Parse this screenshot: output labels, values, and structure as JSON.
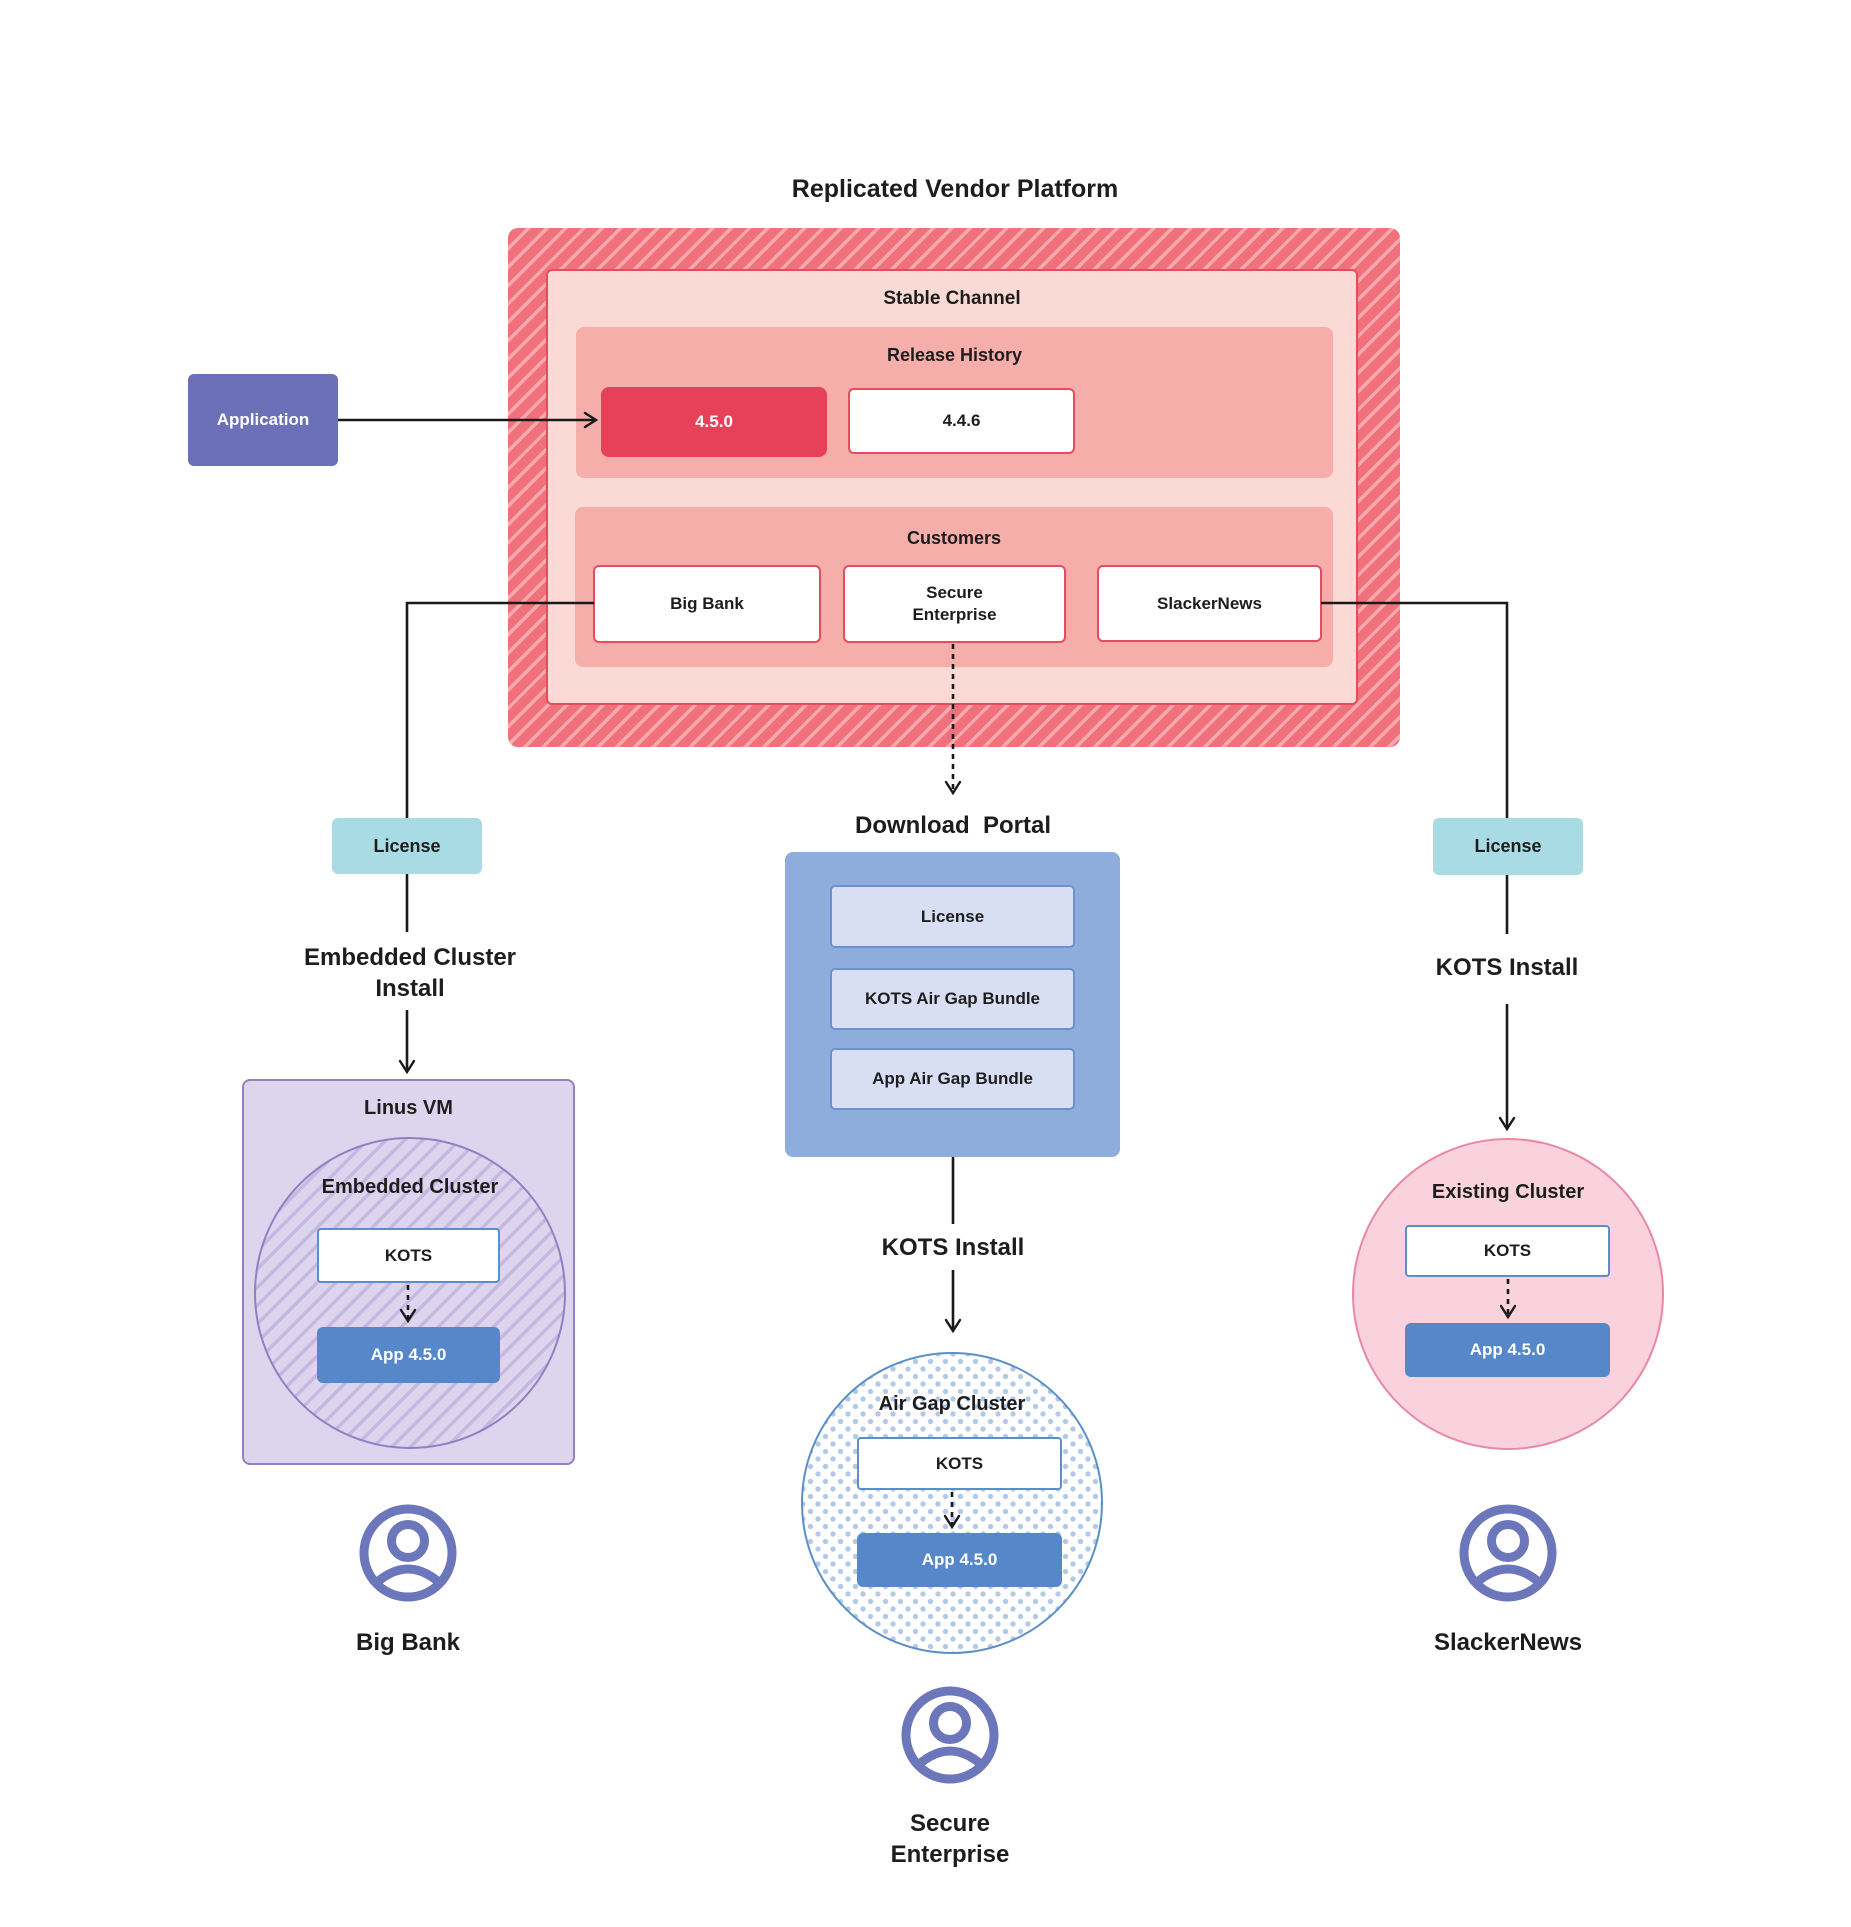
{
  "title": "Replicated Vendor Platform",
  "colors": {
    "platform_hatch_base": "#f0717b",
    "platform_hatch_stripe": "#f7a9ae",
    "stable_channel_fill": "#fbdad6",
    "red_border": "#e74c5e",
    "salmon_fill": "#f5aeaa",
    "current_release_fill": "#e74059",
    "application_fill": "#6b70b9",
    "license_fill": "#a8dbe4",
    "portal_fill": "#8faddc",
    "portal_item_fill": "#d8dff5",
    "portal_item_border": "#6b91ce",
    "app_version_fill": "#5687c8",
    "kots_border": "#5b8fc9",
    "vm_fill": "#ddd5ee",
    "purple_border": "#9080c2",
    "existing_cluster_fill": "#fad2de",
    "existing_cluster_border": "#e888a6",
    "user_icon": "#6c76ba",
    "connector": "#1a1a1a"
  },
  "application": {
    "label": "Application"
  },
  "platform": {
    "stable_channel": {
      "label": "Stable Channel",
      "release_history": {
        "label": "Release History",
        "releases": [
          {
            "version": "4.5.0"
          },
          {
            "version": "4.4.6"
          }
        ]
      },
      "customers": {
        "label": "Customers",
        "items": [
          "Big Bank",
          "Secure Enterprise",
          "SlackerNews"
        ]
      }
    }
  },
  "left_flow": {
    "license_label": "License",
    "install_label": "Embedded Cluster\nInstall",
    "vm_label": "Linus VM",
    "cluster_label": "Embedded Cluster",
    "kots_label": "KOTS",
    "app_label": "App 4.5.0",
    "user_label": "Big Bank",
    "user_icon": "user-icon"
  },
  "middle_flow": {
    "portal_label": "Download  Portal",
    "portal_items": [
      "License",
      "KOTS Air Gap Bundle",
      "App Air Gap Bundle"
    ],
    "install_label": "KOTS Install",
    "cluster_label": "Air Gap Cluster",
    "kots_label": "KOTS",
    "app_label": "App 4.5.0",
    "user_label": "Secure\nEnterprise",
    "user_icon": "user-icon"
  },
  "right_flow": {
    "license_label": "License",
    "install_label": "KOTS Install",
    "cluster_label": "Existing Cluster",
    "kots_label": "KOTS",
    "app_label": "App 4.5.0",
    "user_label": "SlackerNews",
    "user_icon": "user-icon"
  }
}
